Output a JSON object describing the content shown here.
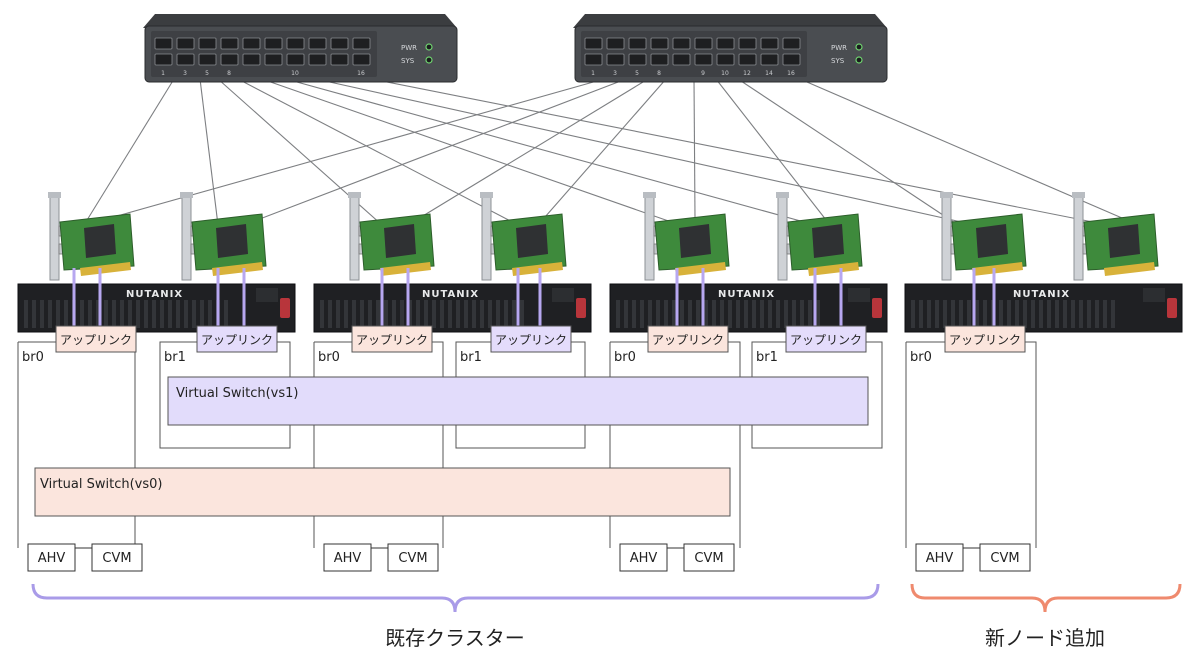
{
  "switches": [
    {
      "ports_top": [],
      "ports_bottom": [
        "1",
        "3",
        "5",
        "8",
        "",
        "",
        "10",
        "",
        "",
        "16"
      ],
      "pwr_label": "PWR",
      "sys_label": "SYS"
    },
    {
      "ports_top": [],
      "ports_bottom": [
        "1",
        "3",
        "5",
        "8",
        "",
        "9",
        "10",
        "12",
        "14",
        "16"
      ],
      "pwr_label": "PWR",
      "sys_label": "SYS"
    }
  ],
  "server_brand": "NUTANIX",
  "uplink_label": "アップリンク",
  "bridges": {
    "br0": "br0",
    "br1": "br1"
  },
  "vswitches": {
    "vs1": "Virtual Switch(vs1)",
    "vs0": "Virtual Switch(vs0)"
  },
  "host_labels": {
    "ahv": "AHV",
    "cvm": "CVM"
  },
  "groups": {
    "existing": "既存クラスター",
    "new": "新ノード追加"
  },
  "colors": {
    "uplink_br0_fill": "#fbe5dd",
    "uplink_br1_fill": "#e4dcfb",
    "vs1_fill": "#e2dcfb",
    "vs0_fill": "#fbe5dd",
    "purple_link": "#b7a7f0",
    "existing_bracket": "#a99be8",
    "new_bracket": "#ef8a6e",
    "switch_body": "#4a4d51"
  }
}
